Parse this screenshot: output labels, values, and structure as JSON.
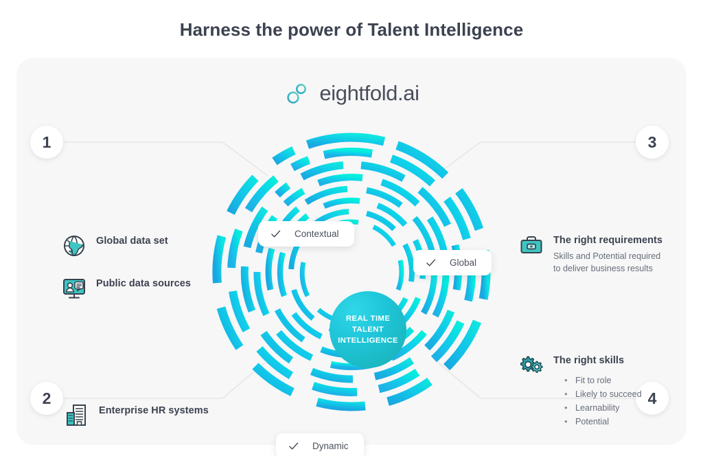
{
  "page": {
    "title": "Harness the power of Talent Intelligence",
    "background_color": "#ffffff",
    "panel_color": "#f7f7f7"
  },
  "brand": {
    "logo_text": "eightfold.ai",
    "logo_icon": "infinity-loops-icon",
    "accent_color": "#1ec8dc",
    "accent_dark": "#16a5b8",
    "text_color": "#4a4f5c"
  },
  "badges": [
    {
      "id": "badge-1",
      "label": "1"
    },
    {
      "id": "badge-2",
      "label": "2"
    },
    {
      "id": "badge-3",
      "label": "3"
    },
    {
      "id": "badge-4",
      "label": "4"
    }
  ],
  "left_column": {
    "items": [
      {
        "icon": "globe-icon",
        "title": "Global data set"
      },
      {
        "icon": "public-data-icon",
        "title": "Public data sources"
      },
      {
        "icon": "office-building-icon",
        "title": "Enterprise HR systems"
      }
    ]
  },
  "right_column": {
    "items": [
      {
        "icon": "briefcase-icon",
        "title": "The right requirements",
        "subtitle_line1": "Skills and Potential required",
        "subtitle_line2": "to deliver business results"
      },
      {
        "icon": "gears-icon",
        "title": "The right skills",
        "bullets": [
          "Fit to role",
          "Likely to succeed",
          "Learnability",
          "Potential"
        ]
      }
    ]
  },
  "center": {
    "graphic": "fingerprint-rings-graphic",
    "core_lines": [
      "REAL TIME",
      "TALENT",
      "INTELLIGENCE"
    ],
    "core_gradient_from": "#2fd8e8",
    "core_gradient_to": "#19aeb4",
    "chips": [
      {
        "id": "chip-contextual",
        "icon": "check-icon",
        "label": "Contextual"
      },
      {
        "id": "chip-global",
        "icon": "check-icon",
        "label": "Global"
      },
      {
        "id": "chip-dynamic",
        "icon": "check-icon",
        "label": "Dynamic"
      }
    ]
  }
}
